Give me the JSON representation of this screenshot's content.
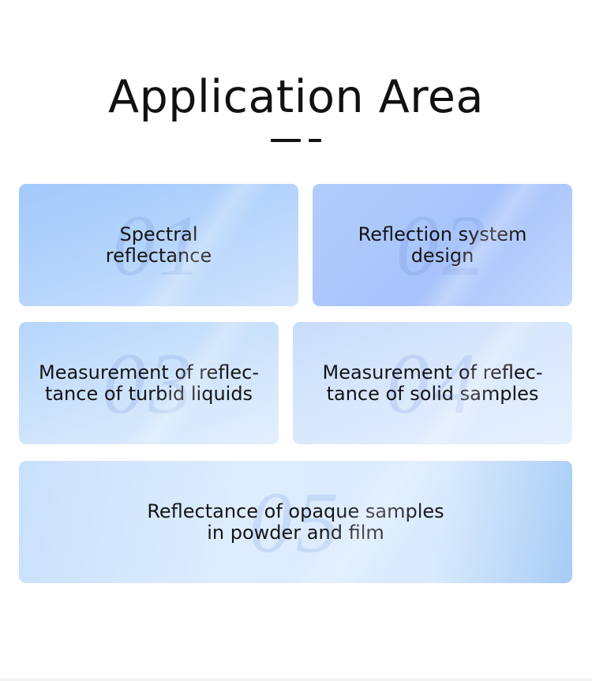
{
  "heading": {
    "title": "Application Area"
  },
  "cards": [
    {
      "number": "01",
      "lines": [
        "Spectral",
        "reflectance"
      ]
    },
    {
      "number": "02",
      "lines": [
        "Reflection system",
        "design"
      ]
    },
    {
      "number": "03",
      "lines": [
        "Measurement of reflec-",
        "tance of turbid liquids"
      ]
    },
    {
      "number": "04",
      "lines": [
        "Measurement of reflec-",
        "tance of solid samples"
      ]
    },
    {
      "number": "05",
      "lines": [
        "Reflectance of opaque samples",
        "in powder and film"
      ]
    }
  ],
  "colors": {
    "title_text": "#111111",
    "card_blue": "#a3c9fb",
    "card_light": "#e6f0fe"
  }
}
